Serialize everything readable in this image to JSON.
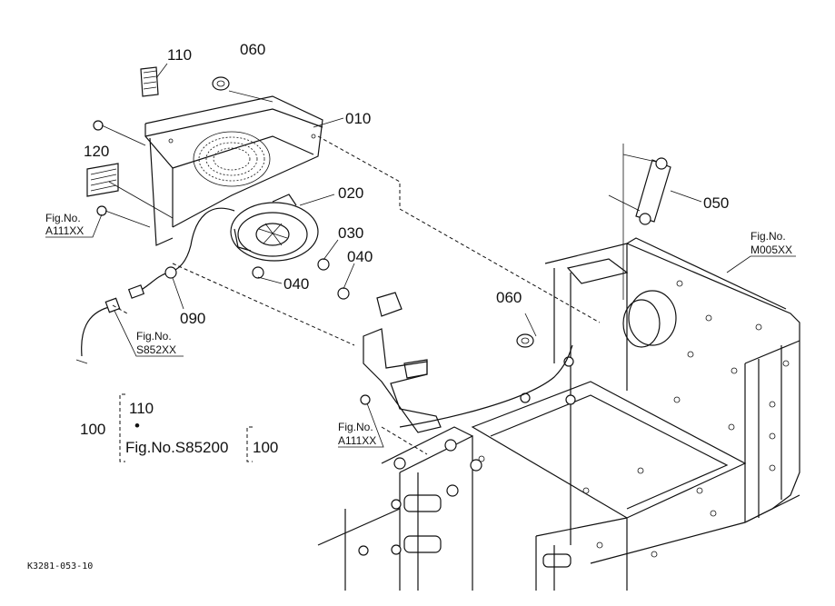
{
  "parts": {
    "p010": "010",
    "p020": "020",
    "p030": "030",
    "p040a": "040",
    "p040b": "040",
    "p050": "050",
    "p060a": "060",
    "p060b": "060",
    "p090": "090",
    "p110": "110",
    "p120": "120"
  },
  "refs": {
    "a111_top": {
      "line1": "Fig.No.",
      "line2": "A111XX"
    },
    "s852": {
      "line1": "Fig.No.",
      "line2": "S852XX"
    },
    "a111_mid": {
      "line1": "Fig.No.",
      "line2": "A111XX"
    },
    "m005": {
      "line1": "Fig.No.",
      "line2": "M005XX"
    }
  },
  "kit": {
    "number": "100",
    "item": "110",
    "bullet": "•",
    "fig_ref": "Fig.No.S85200",
    "fig_item": "100"
  },
  "drawing_code": "K3281-053-10"
}
